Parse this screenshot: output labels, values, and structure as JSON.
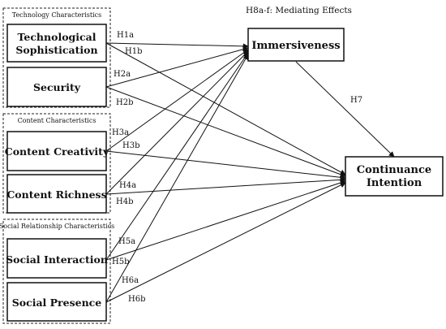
{
  "diagram": {
    "title": "H8a-f: Mediating Effects",
    "groups": {
      "technology": "Technology Characteristics",
      "content": "Content Characteristics",
      "social": "Social Relationship Characteristics"
    },
    "constructs": {
      "tech_soph_line1": "Technological",
      "tech_soph_line2": "Sophistication",
      "security": "Security",
      "content_creativity": "Content Creativity",
      "content_richness": "Content Richness",
      "social_interaction": "Social Interaction",
      "social_presence": "Social Presence",
      "immersiveness": "Immersiveness",
      "continuance_line1": "Continuance",
      "continuance_line2": "Intention"
    },
    "hypotheses": {
      "h1a": "H1a",
      "h1b": "H1b",
      "h2a": "H2a",
      "h2b": "H2b",
      "h3a": "H3a",
      "h3b": "H3b",
      "h4a": "H4a",
      "h4b": "H4b",
      "h5a": "H5a",
      "h5b": "H5b",
      "h6a": "H6a",
      "h6b": "H6b",
      "h7": "H7"
    }
  }
}
